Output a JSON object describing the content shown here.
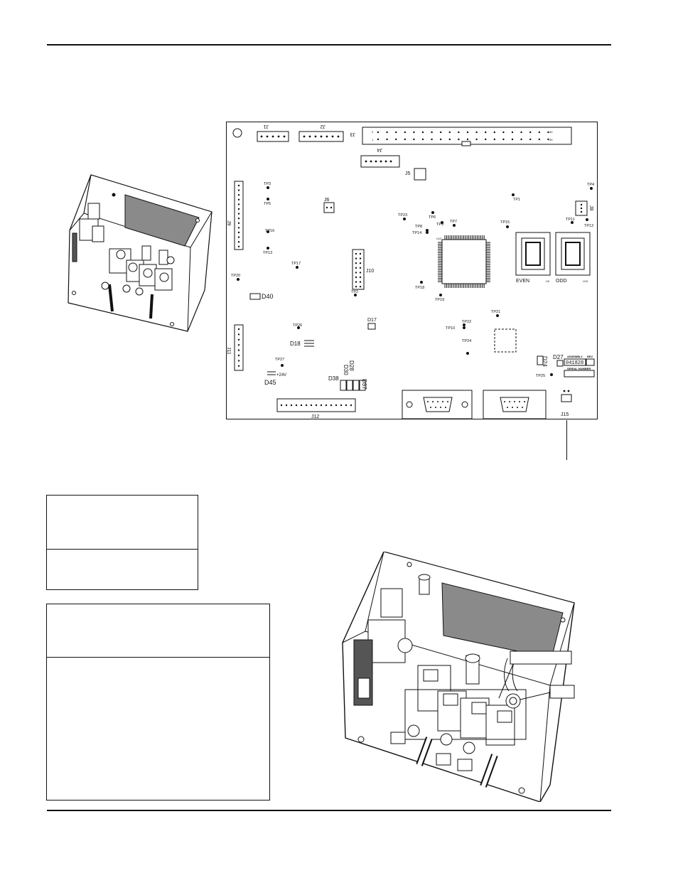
{
  "pcb": {
    "connectors": [
      "J1",
      "J2",
      "J3",
      "J4",
      "J5",
      "J6",
      "J8",
      "J9",
      "J10",
      "J11",
      "J12",
      "J15"
    ],
    "test_points": [
      "TP1",
      "TP2",
      "TP3",
      "TP4",
      "TP5",
      "TP6",
      "TP7",
      "TP8",
      "TP9",
      "TP10",
      "TP11",
      "TP12",
      "TP13",
      "TP14",
      "TP15",
      "TP16",
      "TP17",
      "TP18",
      "TP19",
      "TP20",
      "TP21",
      "TP22",
      "TP23",
      "TP24",
      "TP25",
      "TP26",
      "TP27"
    ],
    "diodes": [
      "D17",
      "D18",
      "D24",
      "D27",
      "D28",
      "D30",
      "D37",
      "D38",
      "D40",
      "D45"
    ],
    "chips": {
      "u9": "U9",
      "u10": "U10",
      "even": "EVEN",
      "odd": "ODD",
      "u12": "U12"
    },
    "voltage_label": "+24V",
    "assembly_label": "ASSEMBLY",
    "rev_label": "REV",
    "assembly_number": "041828",
    "serial_label": "SERIAL NUMBER",
    "j3_pins": {
      "top_left": "2",
      "bottom_left": "1",
      "top_right": "40",
      "bottom_right": "39"
    }
  }
}
